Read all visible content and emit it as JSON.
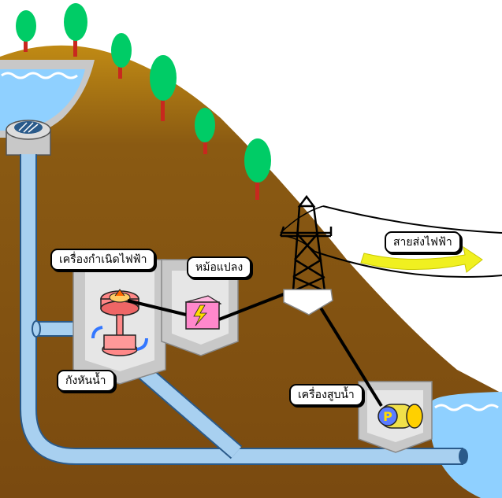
{
  "labels": {
    "generator": "เครื่องกำเนิดไฟฟ้า",
    "transformer": "หม้อแปลง",
    "transmission_line": "สายส่งไฟฟ้า",
    "turbine": "กังหันน้ำ",
    "pump": "เครื่องสูบน้ำ",
    "pump_letter": "P"
  },
  "colors": {
    "ground": "#7a4a10",
    "ground_upper": "#c08a14",
    "water": "#8fd0ff",
    "pipe": "#a8d0f0",
    "pipe_edge": "#2a5a8a",
    "tree": "#00cc66",
    "trunk": "#c8281e",
    "building": "#c8c8c8",
    "transformer": "#ff88cc",
    "generator": "#ff8888",
    "arrow": "#f0f020",
    "pump": "#f0e04a",
    "pump_badge": "#5b7cff"
  },
  "icons": [
    "tree-icon",
    "lightning-icon",
    "pump-p-icon",
    "flow-arrow-icon",
    "pylon-icon"
  ]
}
